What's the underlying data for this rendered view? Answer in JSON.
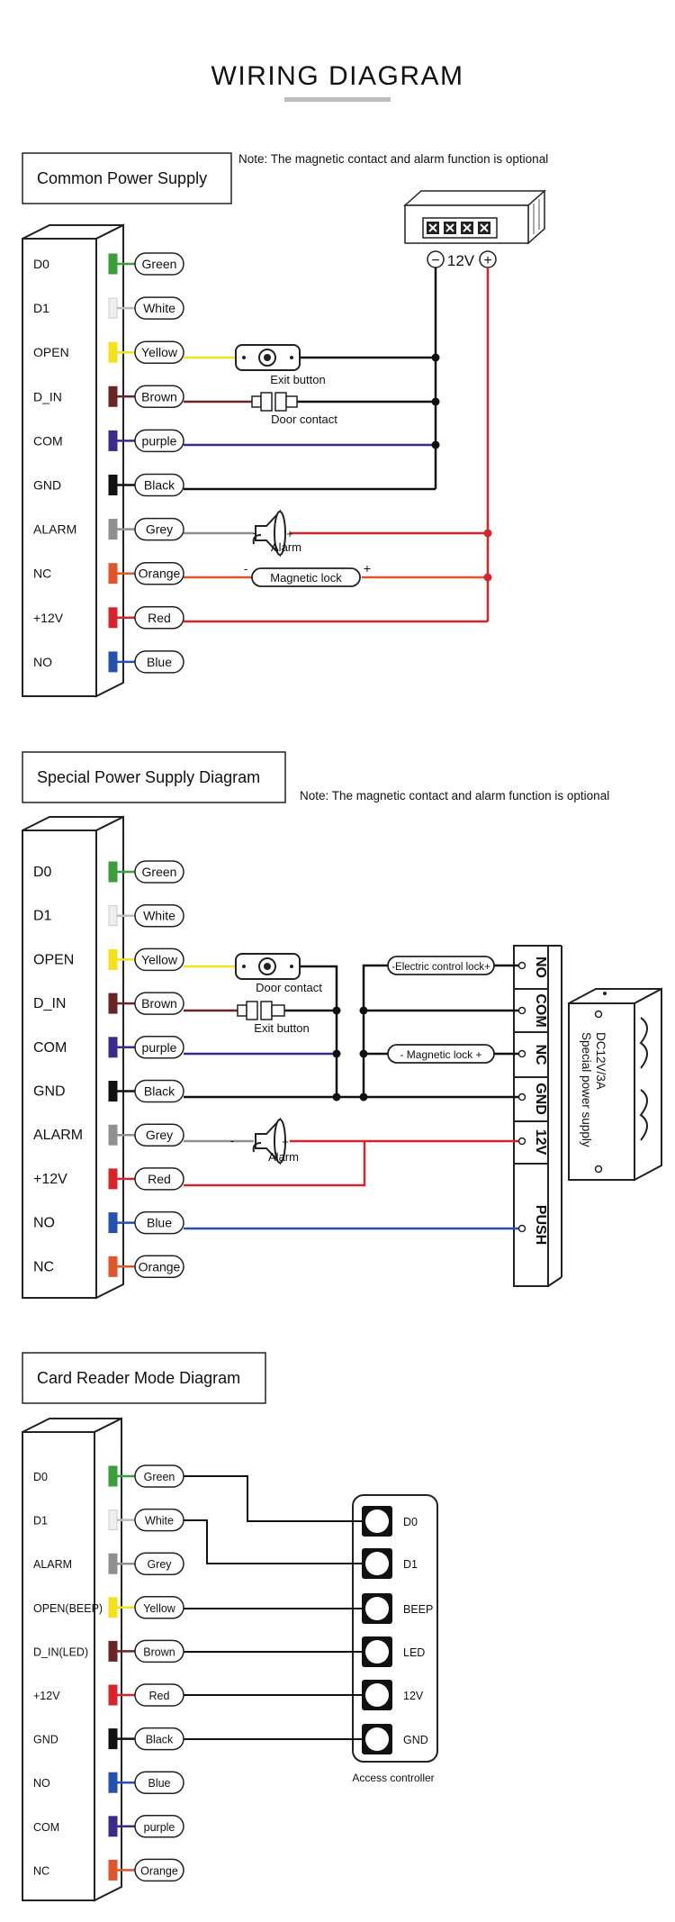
{
  "header": {
    "title": "WIRING DIAGRAM"
  },
  "note": "Note: The magnetic contact and alarm function is optional",
  "colors": {
    "Green": "#3a9e3a",
    "White": "#eeeeee",
    "Yellow": "#f2e21a",
    "Brown": "#6b2424",
    "purple": "#3c2a8a",
    "Black": "#111111",
    "Grey": "#909090",
    "Orange": "#e0552a",
    "Red": "#d8232a",
    "Blue": "#2450b0"
  },
  "d1": {
    "title": "Common Power Supply",
    "terminals": [
      {
        "label": "D0",
        "wire": "Green"
      },
      {
        "label": "D1",
        "wire": "White"
      },
      {
        "label": "OPEN",
        "wire": "Yellow"
      },
      {
        "label": "D_IN",
        "wire": "Brown"
      },
      {
        "label": "COM",
        "wire": "purple"
      },
      {
        "label": "GND",
        "wire": "Black"
      },
      {
        "label": "ALARM",
        "wire": "Grey"
      },
      {
        "label": "NC",
        "wire": "Orange"
      },
      {
        "label": "+12V",
        "wire": "Red"
      },
      {
        "label": "NO",
        "wire": "Blue"
      }
    ],
    "psu_label": "12V",
    "exit_button": "Exit button",
    "door_contact": "Door contact",
    "alarm": "Alarm",
    "magnetic_lock": "Magnetic lock",
    "minus": "-",
    "plus": "+",
    "psu_minus": "−",
    "psu_plus": "+"
  },
  "d2": {
    "title": "Special Power Supply Diagram",
    "terminals": [
      {
        "label": "D0",
        "wire": "Green"
      },
      {
        "label": "D1",
        "wire": "White"
      },
      {
        "label": "OPEN",
        "wire": "Yellow"
      },
      {
        "label": "D_IN",
        "wire": "Brown"
      },
      {
        "label": "COM",
        "wire": "purple"
      },
      {
        "label": "GND",
        "wire": "Black"
      },
      {
        "label": "ALARM",
        "wire": "Grey"
      },
      {
        "label": "+12V",
        "wire": "Red"
      },
      {
        "label": "NO",
        "wire": "Blue"
      },
      {
        "label": "NC",
        "wire": "Orange"
      }
    ],
    "door_contact": "Door contact",
    "exit_button": "Exit button",
    "alarm": "Alarm",
    "electric_lock": "-Electric control lock+",
    "magnetic_lock": "- Magnetic lock +",
    "psu_terminals": [
      "NO",
      "COM",
      "NC",
      "GND",
      "12V",
      "PUSH"
    ],
    "psu_model": "DC12V/3A",
    "psu_desc": "Special power supply",
    "minus": "-",
    "plus": "+"
  },
  "d3": {
    "title": "Card Reader Mode Diagram",
    "terminals": [
      {
        "label": "D0",
        "wire": "Green"
      },
      {
        "label": "D1",
        "wire": "White"
      },
      {
        "label": "ALARM",
        "wire": "Grey"
      },
      {
        "label": "OPEN(BEEP)",
        "wire": "Yellow"
      },
      {
        "label": "D_IN(LED)",
        "wire": "Brown"
      },
      {
        "label": "+12V",
        "wire": "Red"
      },
      {
        "label": "GND",
        "wire": "Black"
      },
      {
        "label": "NO",
        "wire": "Blue"
      },
      {
        "label": "COM",
        "wire": "purple"
      },
      {
        "label": "NC",
        "wire": "Orange"
      }
    ],
    "controller_ports": [
      "D0",
      "D1",
      "BEEP",
      "LED",
      "12V",
      "GND"
    ],
    "controller_label": "Access controller"
  }
}
